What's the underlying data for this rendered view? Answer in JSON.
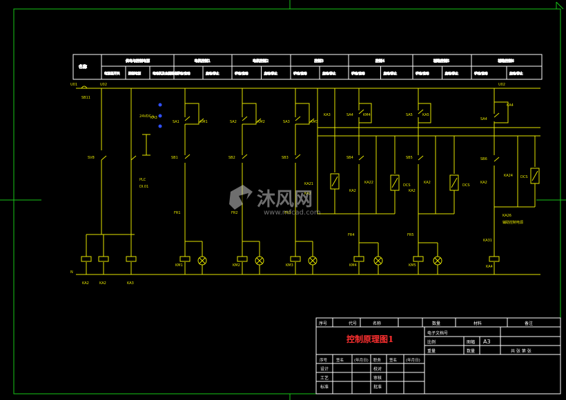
{
  "header_table": {
    "first_col": "名称",
    "groups": [
      {
        "label": "供电与控制电源",
        "subs": [
          "电源总开关",
          "控制电源",
          "电动机及主回路保护"
        ]
      },
      {
        "label": "电机控制1",
        "subs": [
          "手动/自动",
          "启动/停止"
        ]
      },
      {
        "label": "电机控制2",
        "subs": [
          "手动/自动",
          "启动/停止"
        ]
      },
      {
        "label": "控制3",
        "subs": [
          "手动/自动",
          "启动/停止"
        ]
      },
      {
        "label": "控制4",
        "subs": [
          "手动/自动",
          "启动/停止"
        ]
      },
      {
        "label": "辅助控制5",
        "subs": [
          "手动/自动",
          "启动/停止"
        ]
      },
      {
        "label": "辅助控制6",
        "subs": [
          "手动/自动",
          "启动/停止"
        ]
      }
    ]
  },
  "schematic": {
    "bus_left": "U01",
    "bus_right": "U02",
    "neutral": "N",
    "main_switch": "SB11",
    "supply": "24VDC+",
    "plc_label": "PLC",
    "plc_sub": "DI.01",
    "left_coils": [
      "KA2",
      "KA2",
      "KA3"
    ],
    "left_relay": "KA3",
    "sv_label": "SV8",
    "branches": [
      {
        "sa": "SA1",
        "km": "KM1",
        "sb": "SB1",
        "fr": "FR1",
        "coil": "KM1"
      },
      {
        "sa": "SA2",
        "km": "KM2",
        "sb": "SB2",
        "fr": "FR2",
        "coil": "KM2"
      },
      {
        "sa": "SA3",
        "km": "KM3",
        "sb": "SB3",
        "fr": "FR3",
        "coil": "KM3"
      }
    ],
    "aux_branches": [
      {
        "ka": "KA3",
        "sa": "SA4",
        "km": "KM4",
        "sb": "SB4",
        "ka2": "KA2",
        "ka22": "KA22",
        "dcs": "DCS",
        "fr": "FR4",
        "coil": "KM4"
      },
      {
        "ka": "KA5",
        "sa": "SA5",
        "km": "KA5",
        "sb": "SB5",
        "ka2": "KA2",
        "ka22": "KA2",
        "dcs": "DCS",
        "fr": "FR5",
        "coil": "KM5"
      }
    ],
    "last_branch": {
      "sa": "SA4",
      "ka": "KA4",
      "sb": "SB6",
      "ka2": "KA2",
      "ka24": "KA24",
      "dcs": "DCS",
      "ka26": "KA26",
      "note": "辅助控制电源",
      "ka31": "KA31",
      "coil": "KA4"
    },
    "mid_labels": [
      "KA21",
      "KA2"
    ]
  },
  "title_block": {
    "row1": [
      "序号",
      "代号",
      "名称",
      "数量",
      "材料",
      "备注"
    ],
    "drawing_title": "控制原理图1",
    "meta": [
      {
        "k": "电子文档号",
        "v": ""
      },
      {
        "k": "比例",
        "v": ""
      },
      {
        "k": "图幅",
        "v": "A3"
      },
      {
        "k": "重量",
        "v": ""
      },
      {
        "k": "数量",
        "v": ""
      }
    ],
    "sheet_text": "共  张  第  张",
    "sign_head": [
      "序号",
      "签名",
      "(年月日)",
      "职务",
      "签名",
      "(年月日)"
    ],
    "roles": [
      "设计",
      "工艺",
      "标准"
    ],
    "roles2": [
      "校对",
      "审核",
      "批准"
    ]
  },
  "watermark": {
    "brand": "沐风网",
    "url": "www.mfcad.com"
  },
  "colors": {
    "background": "#000000",
    "frame": "#19c819",
    "wire": "#e6e600",
    "table": "#ffffff",
    "title": "#ff3030",
    "relay_dot": "#3050ff"
  }
}
